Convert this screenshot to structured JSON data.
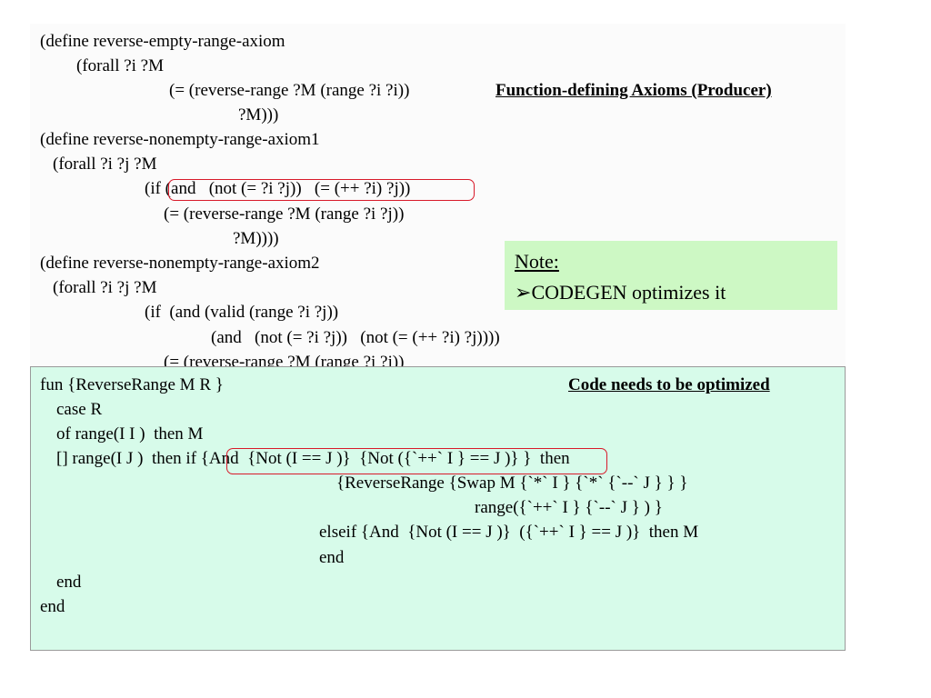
{
  "top_code": {
    "lines": [
      "(define reverse-empty-range-axiom",
      "(forall ?i ?M",
      "(= (reverse-range ?M (range ?i ?i))",
      "?M)))",
      "(define reverse-nonempty-range-axiom1",
      "(forall ?i ?j ?M",
      "(if (and   (not (= ?i ?j))   (= (++ ?i) ?j))",
      "(= (reverse-range ?M (range ?i ?j))",
      "?M))))",
      "(define reverse-nonempty-range-axiom2",
      "(forall ?i ?j ?M",
      "(if  (and (valid (range ?i ?j))",
      "(and   (not (= ?i ?j))   (not (= (++ ?i) ?j))))",
      "(= (reverse-range ?M (range ?i ?j))"
    ],
    "heading": "Function-defining Axioms (Producer)"
  },
  "note": {
    "title": "Note:",
    "bullet": "➢",
    "item": "CODEGEN optimizes it"
  },
  "bottom_code": {
    "heading": "Code needs to be optimized",
    "lines": [
      "fun {ReverseRange M R }",
      "case R",
      "of range(I I )  then M",
      "[] range(I J )  then if {And  {Not (I == J )}  {Not ({`++` I } == J )} }  then",
      "{ReverseRange {Swap M {`*` I } {`*` {`--` J } } }",
      "range({`++` I } {`--` J } ) }",
      "elseif {And  {Not (I == J )}  ({`++` I } == J )}  then M",
      "end",
      "end",
      "end"
    ]
  },
  "colors": {
    "highlight_border": "#d81a2a",
    "note_bg": "#cdf8c4",
    "bottom_bg": "#d7fbea"
  }
}
